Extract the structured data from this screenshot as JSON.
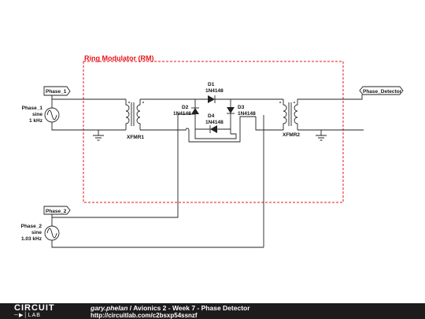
{
  "diagram": {
    "rm_title": "Ring Modulator (RM)",
    "flags": {
      "phase1": "Phase_1",
      "phase2": "Phase_2",
      "detector": "Phase_Detector"
    },
    "sources": {
      "s1": {
        "name": "Phase_1",
        "wave": "sine",
        "freq": "1 kHz"
      },
      "s2": {
        "name": "Phase_2",
        "wave": "sine",
        "freq": "1.03 kHz"
      }
    },
    "xfmr1": "XFMR1",
    "xfmr2": "XFMR2",
    "diodes": {
      "d1": {
        "name": "D1",
        "part": "1N4148"
      },
      "d2": {
        "name": "D2",
        "part": "1N4148"
      },
      "d3": {
        "name": "D3",
        "part": "1N4148"
      },
      "d4": {
        "name": "D4",
        "part": "1N4148"
      }
    },
    "colors": {
      "rm_box": "#e8141b",
      "wire": "#222222"
    }
  },
  "footer": {
    "logo_top": "CIRCUIT",
    "logo_bottom": "LAB",
    "user": "gary.phelan",
    "separator": " / ",
    "title": "Avionics 2 - Week 7 - Phase Detector",
    "url": "http://circuitlab.com/c2bsxp54ssnzf"
  }
}
